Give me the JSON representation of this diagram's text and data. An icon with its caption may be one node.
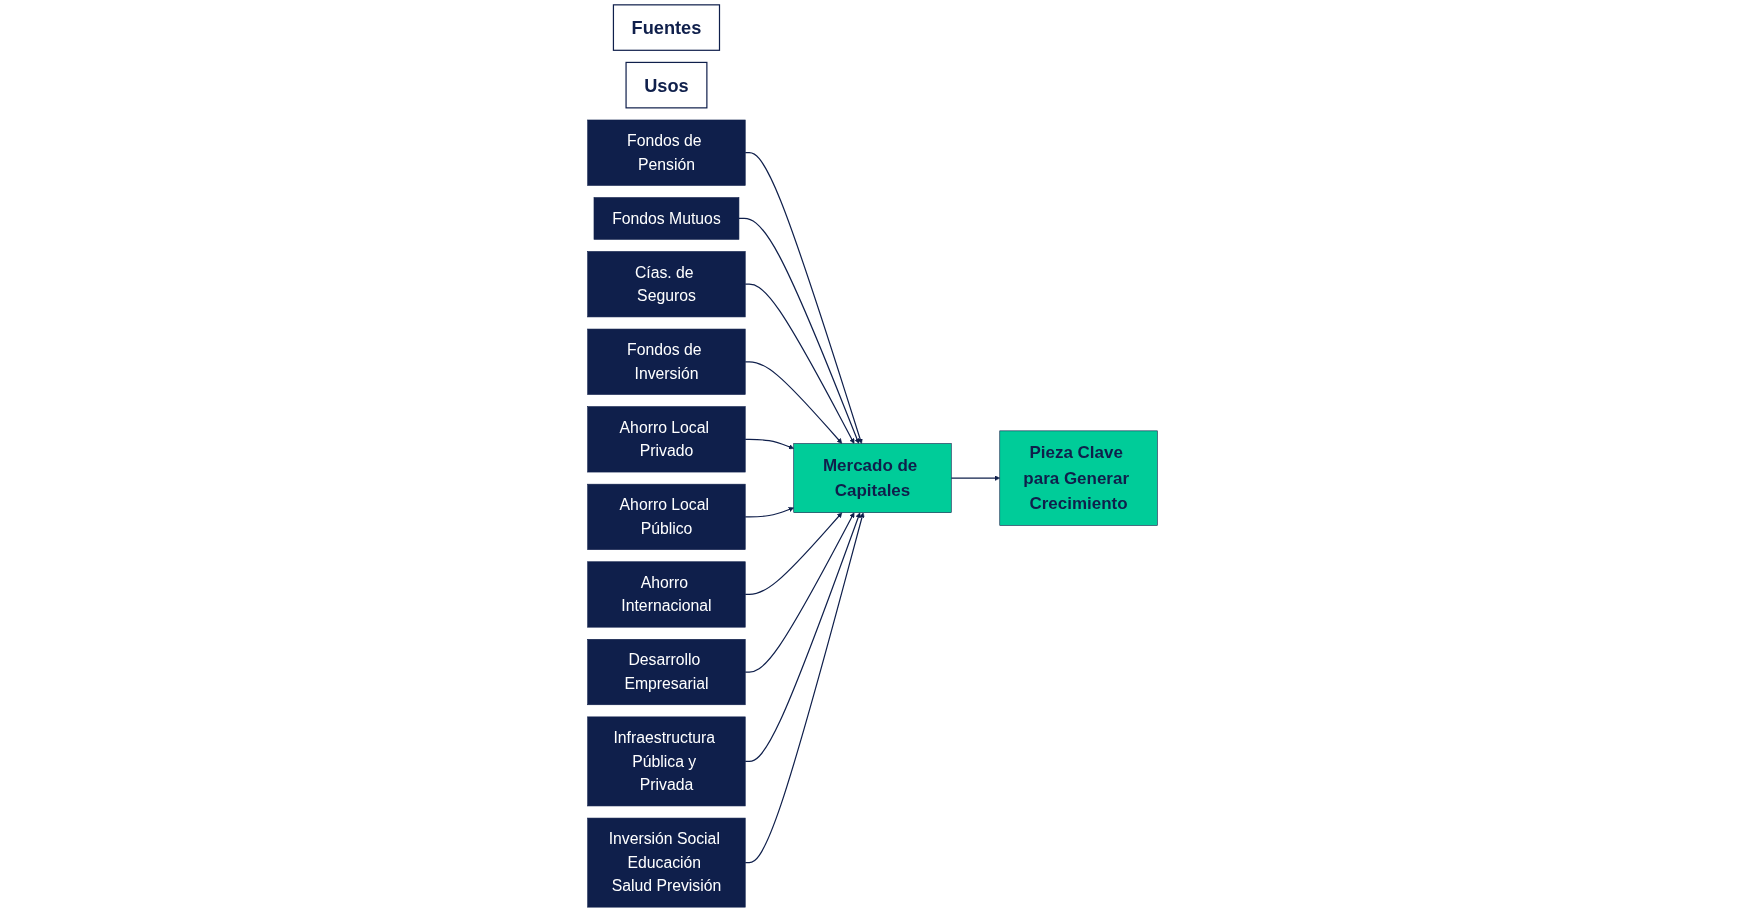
{
  "diagram": {
    "nodes": [
      {
        "text": [
          "Fuentes"
        ]
      },
      {
        "text": [
          "Usos"
        ]
      },
      {
        "text": [
          "Fondos de Pensión"
        ]
      },
      {
        "text": [
          "Fondos Mutuos"
        ]
      },
      {
        "text": [
          "Cías. de Seguros"
        ]
      },
      {
        "text": [
          "Fondos de Inversión"
        ]
      },
      {
        "text": [
          "Ahorro Local Privado"
        ]
      },
      {
        "text": [
          "Ahorro Local Público"
        ]
      },
      {
        "text": [
          "Ahorro Internacional"
        ]
      },
      {
        "text": [
          "Mercado de Capitales"
        ]
      },
      {
        "text": [
          "Desarrollo Empresarial"
        ]
      },
      {
        "text": [
          "Infraestructura Pública y Privada"
        ]
      },
      {
        "text": [
          "Inversión Social Educación Salud Previsión"
        ]
      },
      {
        "text": [
          "Pieza Clave para Generar Crecimiento"
        ]
      }
    ],
    "edges": [
      {
        "from": 2,
        "to": 9,
        "arrow": "to"
      },
      {
        "from": 3,
        "to": 9,
        "arrow": "to"
      },
      {
        "from": 4,
        "to": 9,
        "arrow": "to"
      },
      {
        "from": 5,
        "to": 9,
        "arrow": "to"
      },
      {
        "from": 6,
        "to": 9,
        "arrow": "to"
      },
      {
        "from": 7,
        "to": 9,
        "arrow": "to"
      },
      {
        "from": 8,
        "to": 9,
        "arrow": "to"
      },
      {
        "from": 10,
        "to": 9,
        "arrow": "to"
      },
      {
        "from": 11,
        "to": 9,
        "arrow": "to"
      },
      {
        "from": 12,
        "to": 9,
        "arrow": "to"
      },
      {
        "from": 9,
        "to": 13,
        "arrow": "to"
      }
    ]
  }
}
